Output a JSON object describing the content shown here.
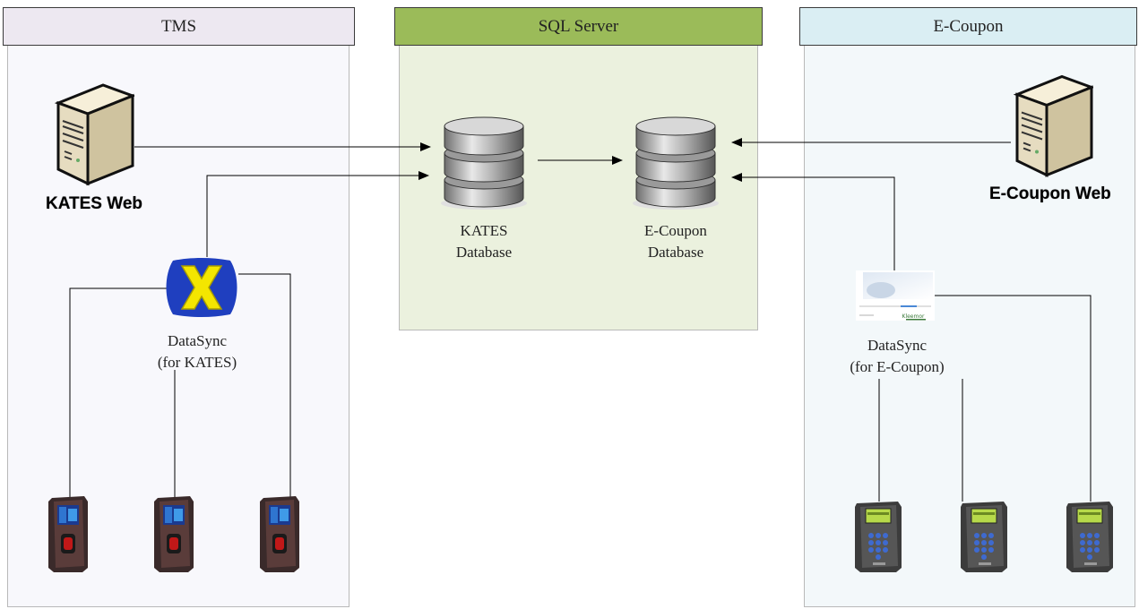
{
  "zones": {
    "tms": {
      "title": "TMS",
      "header_color": "#ede8f1",
      "body_color": "#f8f8fc"
    },
    "sql": {
      "title": "SQL Server",
      "header_color": "#9bbb59",
      "body_color": "#ebf1de"
    },
    "ecoupon": {
      "title": "E-Coupon",
      "header_color": "#daeef3",
      "body_color": "#f3f8fa"
    }
  },
  "nodes": {
    "kates_web": {
      "label": "KATES Web",
      "icon": "server-icon"
    },
    "ecoupon_web": {
      "label": "E-Coupon Web",
      "icon": "server-icon"
    },
    "kates_db": {
      "label_line1": "KATES",
      "label_line2": "Database",
      "icon": "database-icon"
    },
    "ecoupon_db": {
      "label_line1": "E-Coupon",
      "label_line2": "Database",
      "icon": "database-icon"
    },
    "datasync_kates": {
      "label_line1": "DataSync",
      "label_line2": "(for KATES)",
      "icon": "datasync-x-icon"
    },
    "datasync_ecoupon": {
      "label_line1": "DataSync",
      "label_line2": "(for E-Coupon)",
      "icon": "app-window-icon",
      "window_text": "Kleemor"
    }
  },
  "devices": {
    "tms_terminals": [
      "fingerprint-terminal-icon",
      "fingerprint-terminal-icon",
      "fingerprint-terminal-icon"
    ],
    "ecoupon_terminals": [
      "keypad-terminal-icon",
      "keypad-terminal-icon",
      "keypad-terminal-icon"
    ]
  }
}
